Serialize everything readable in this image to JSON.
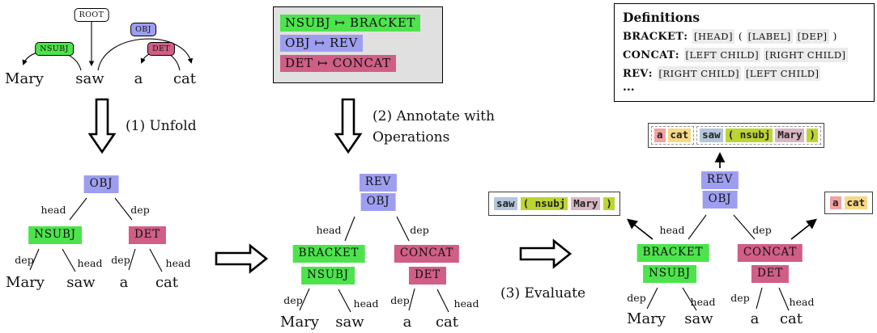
{
  "colors": {
    "node_green": "#4de34d",
    "node_periwinkle": "#9e9ef0",
    "node_crimson": "#d05e86",
    "ops_box_bg": "#e0e0e0",
    "def_token_bg": "#ebebeb",
    "token_pink": "#f3a1a1",
    "token_yellow": "#f7d885",
    "token_blue": "#b3c6da",
    "token_lime": "#bdd532",
    "token_mauve": "#d8b7c3"
  },
  "dep_parse": {
    "root_label": "ROOT",
    "arc_labels": {
      "nsubj": "NSUBJ",
      "obj": "OBJ",
      "det": "DET"
    },
    "words": [
      "Mary",
      "saw",
      "a",
      "cat"
    ]
  },
  "ops": {
    "rules": [
      {
        "text": "NSUBJ ↦ BRACKET"
      },
      {
        "text": "OBJ ↦ REV"
      },
      {
        "text": "DET ↦ CONCAT"
      }
    ]
  },
  "defs": {
    "title": "Definitions",
    "items": [
      {
        "name": "BRACKET",
        "sep": ":",
        "parts": [
          "[HEAD]",
          "(",
          "[LABEL]",
          "[DEP]",
          ")"
        ]
      },
      {
        "name": "CONCAT",
        "sep": ":",
        "parts": [
          "[LEFT CHILD]",
          "[RIGHT CHILD]"
        ]
      },
      {
        "name": "REV",
        "sep": ":",
        "parts": [
          "[RIGHT CHILD]",
          "[LEFT CHILD]"
        ]
      }
    ],
    "more": "..."
  },
  "steps": {
    "s1": "(1) Unfold",
    "s2a": "(2) Annotate with",
    "s2b": "Operations",
    "s3": "(3) Evaluate"
  },
  "tree1": {
    "root": "OBJ",
    "left_child": "NSUBJ",
    "right_child": "DET",
    "edges": {
      "root_left": "head",
      "root_right": "dep",
      "ll": "dep",
      "lr": "head",
      "rl": "dep",
      "rr": "head"
    },
    "words": [
      "Mary",
      "saw",
      "a",
      "cat"
    ]
  },
  "tree2": {
    "root_op": "REV",
    "root": "OBJ",
    "left_op": "BRACKET",
    "left_child": "NSUBJ",
    "right_op": "CONCAT",
    "right_child": "DET",
    "edges": {
      "root_left": "head",
      "root_right": "dep",
      "ll": "dep",
      "lr": "head",
      "rl": "dep",
      "rr": "head"
    },
    "words": [
      "Mary",
      "saw",
      "a",
      "cat"
    ]
  },
  "tree3": {
    "root_op": "REV",
    "root": "OBJ",
    "left_op": "BRACKET",
    "left_child": "NSUBJ",
    "right_op": "CONCAT",
    "right_child": "DET",
    "edges": {
      "root_left": "head",
      "root_right": "dep",
      "ll": "dep",
      "lr": "head",
      "rl": "dep",
      "rr": "head"
    },
    "words": [
      "Mary",
      "saw",
      "a",
      "cat"
    ]
  },
  "results": {
    "left": {
      "tokens": [
        {
          "text": "saw",
          "color": "blue"
        },
        {
          "text": "( nsubj",
          "color": "lime"
        },
        {
          "text": "Mary",
          "color": "mauve"
        },
        {
          "text": ")",
          "color": "lime"
        }
      ]
    },
    "right": {
      "tokens": [
        {
          "text": "a",
          "color": "pink"
        },
        {
          "text": "cat",
          "color": "yellow"
        }
      ]
    },
    "top": {
      "group1": [
        {
          "text": "a",
          "color": "pink"
        },
        {
          "text": "cat",
          "color": "yellow"
        }
      ],
      "group2": [
        {
          "text": "saw",
          "color": "blue"
        },
        {
          "text": "( nsubj",
          "color": "lime"
        },
        {
          "text": "Mary",
          "color": "mauve"
        },
        {
          "text": ")",
          "color": "lime"
        }
      ]
    }
  }
}
